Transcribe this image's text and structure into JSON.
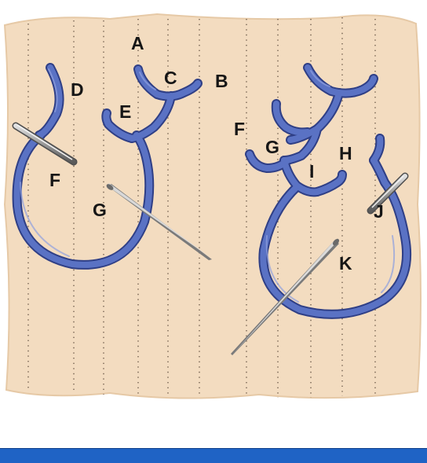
{
  "labels": {
    "a": "A",
    "b": "B",
    "c": "C",
    "d": "D",
    "e": "E",
    "f_left": "F",
    "g_left": "G",
    "f_right": "F",
    "g_right": "G",
    "h": "H",
    "i": "I",
    "j": "J",
    "k": "K"
  },
  "colors": {
    "fabric": "#f3dcc0",
    "thread": "#5268b8",
    "thread_dark": "#2f3f86",
    "needle": "#9a9a9a",
    "grid_dots": "#6d5a4a",
    "bottom_bar": "#1f63c5"
  }
}
